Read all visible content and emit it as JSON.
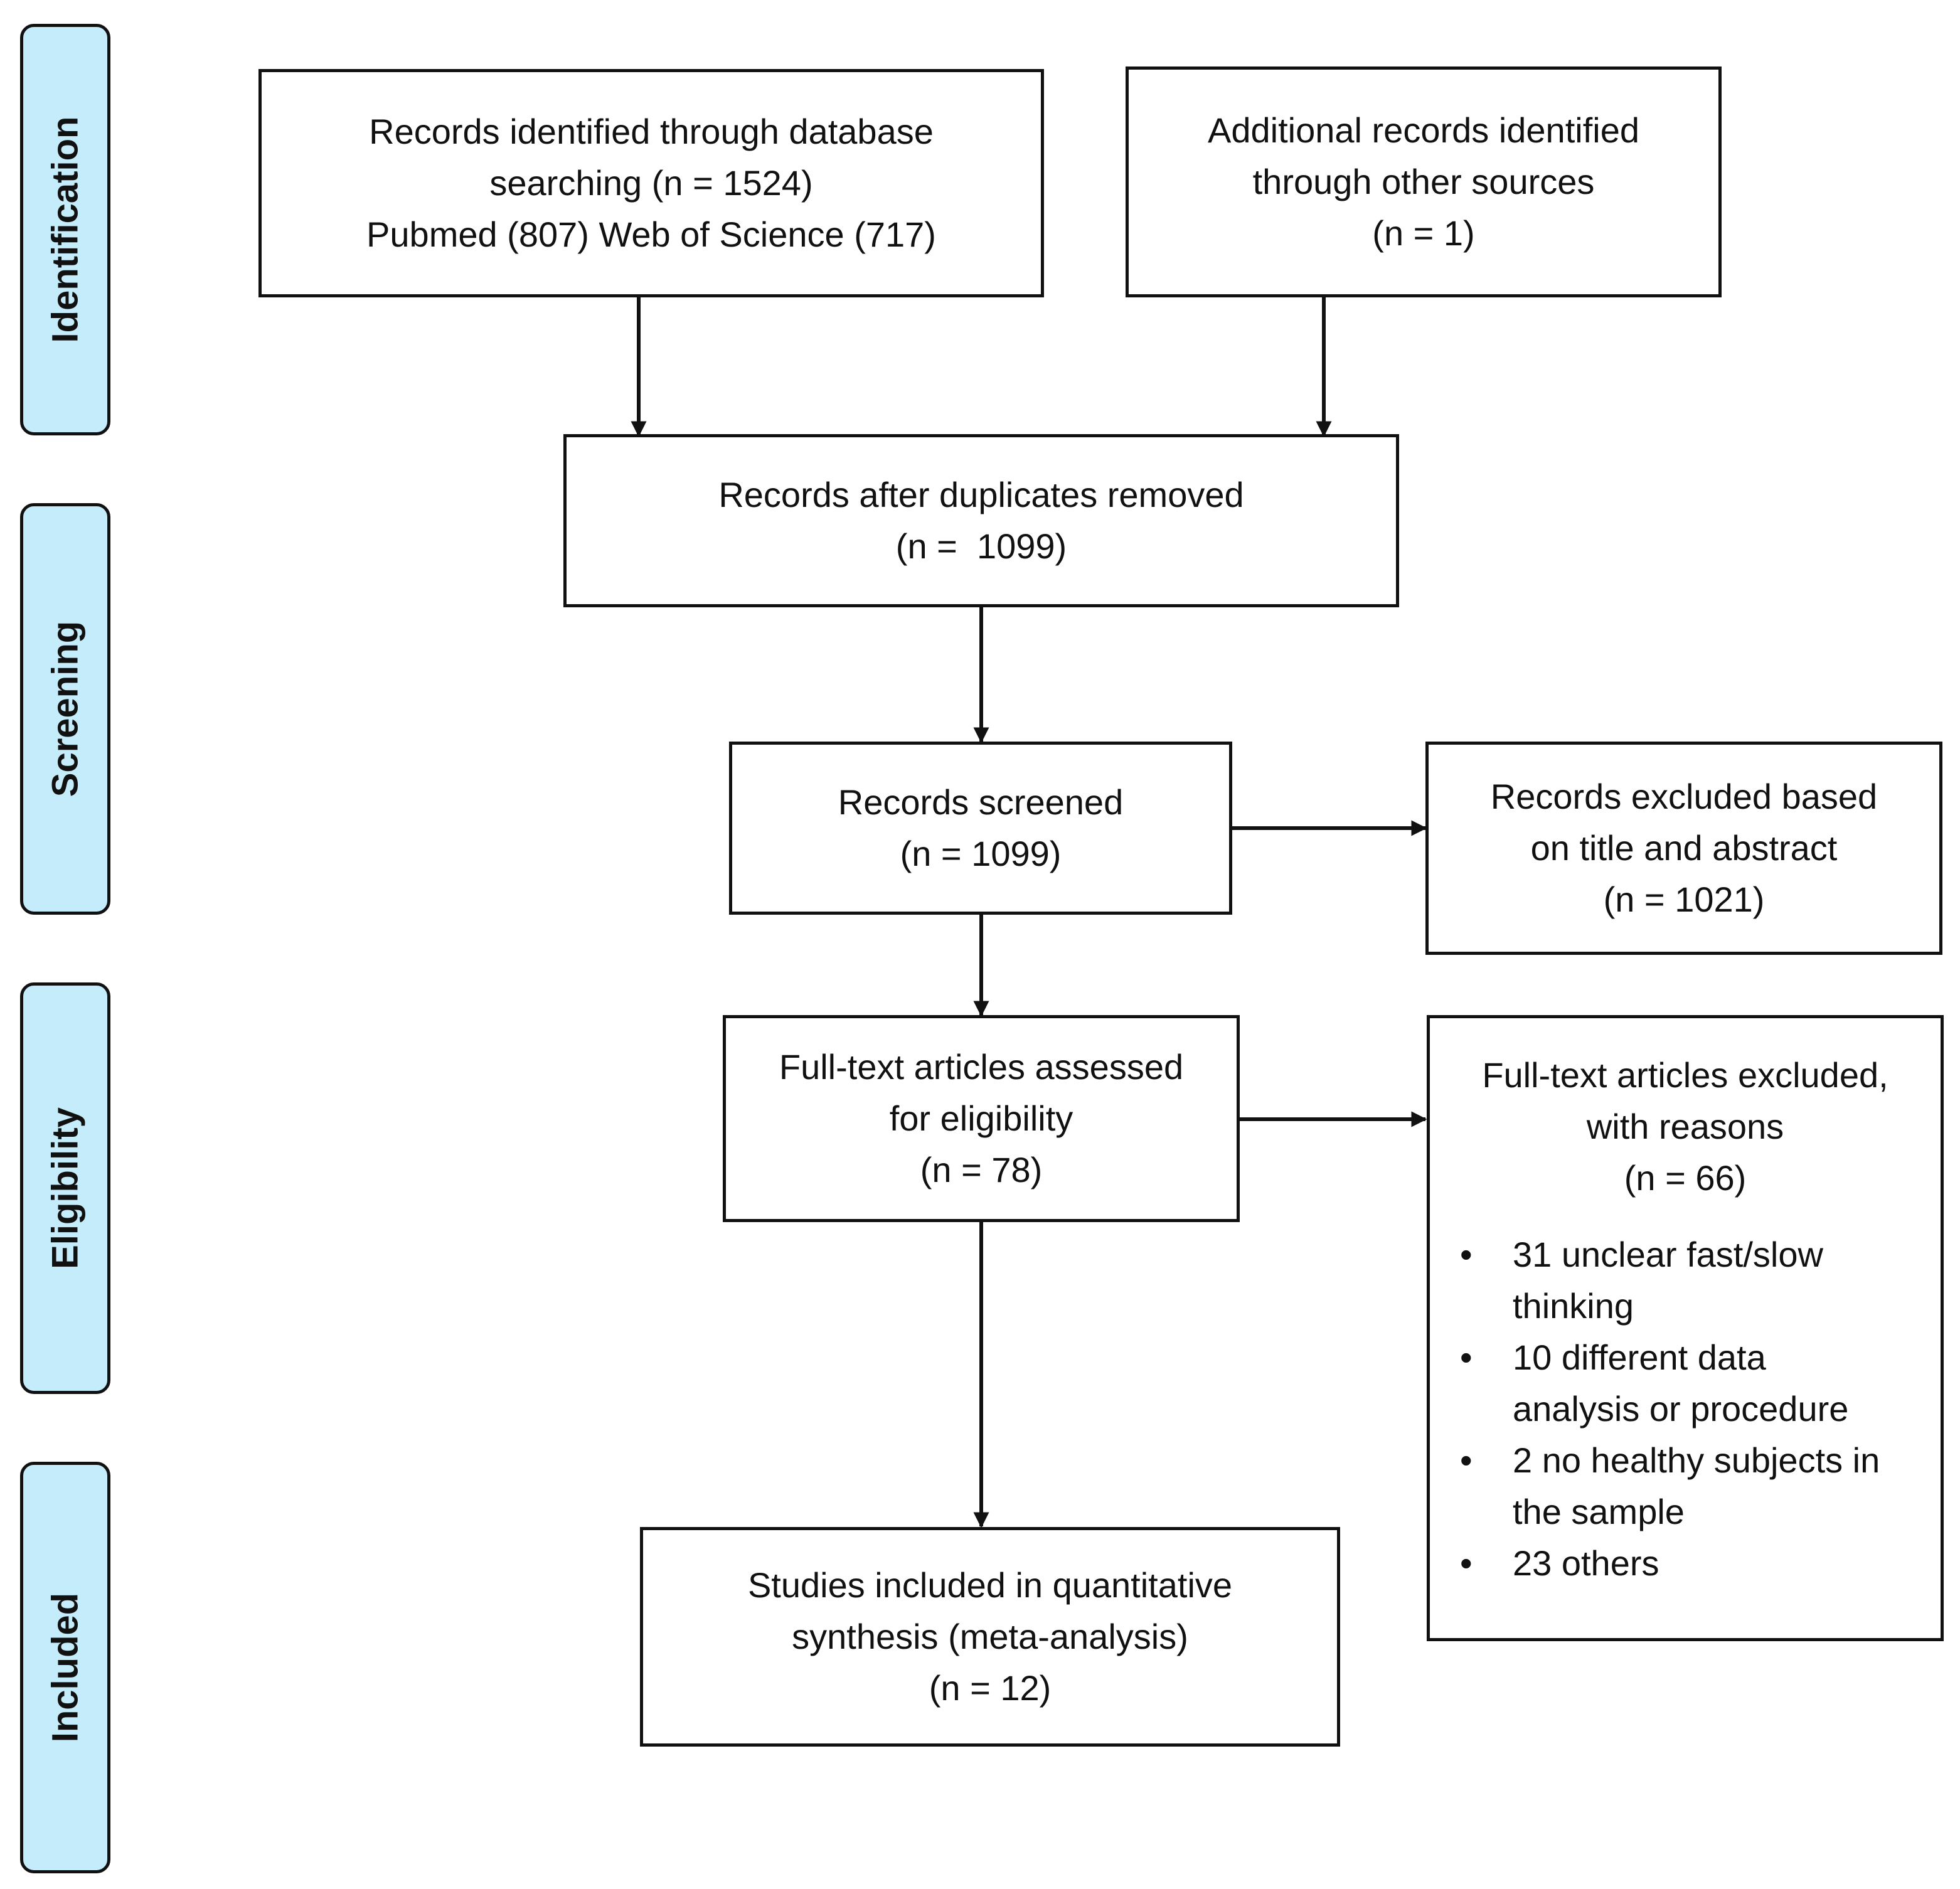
{
  "phases": [
    {
      "label": "Identification"
    },
    {
      "label": "Screening"
    },
    {
      "label": "Eligibility"
    },
    {
      "label": "Included"
    }
  ],
  "boxes": {
    "db_search": {
      "lines": [
        "Records identified through database",
        "searching (n = 1524)",
        "Pubmed (807) Web of Science (717)"
      ]
    },
    "other_sources": {
      "lines": [
        "Additional records identified",
        "through other sources",
        "(n = 1)"
      ]
    },
    "duplicates_removed": {
      "lines": [
        "Records after duplicates removed",
        "(n =  1099)"
      ]
    },
    "screened": {
      "lines": [
        "Records screened",
        "(n = 1099)"
      ]
    },
    "excluded_title_abstract": {
      "lines": [
        "Records excluded based",
        "on title and abstract",
        "(n = 1021)"
      ]
    },
    "fulltext_assessed": {
      "lines": [
        "Full-text articles assessed",
        "for eligibility",
        "(n = 78)"
      ]
    },
    "fulltext_excluded": {
      "lines": [
        "Full-text articles excluded,",
        "with reasons",
        "(n = 66)"
      ],
      "bullet_glyph": "•",
      "reasons": [
        [
          "31 unclear fast/slow",
          "thinking"
        ],
        [
          "10 different data",
          "analysis or procedure"
        ],
        [
          "2 no healthy subjects in",
          "the sample"
        ],
        [
          "23 others"
        ]
      ]
    },
    "included": {
      "lines": [
        "Studies included in quantitative",
        "synthesis (meta-analysis)",
        "(n = 12)"
      ]
    }
  },
  "colors": {
    "phase_fill": "#c5ecfb",
    "stroke": "#111111",
    "box_fill": "#ffffff"
  }
}
